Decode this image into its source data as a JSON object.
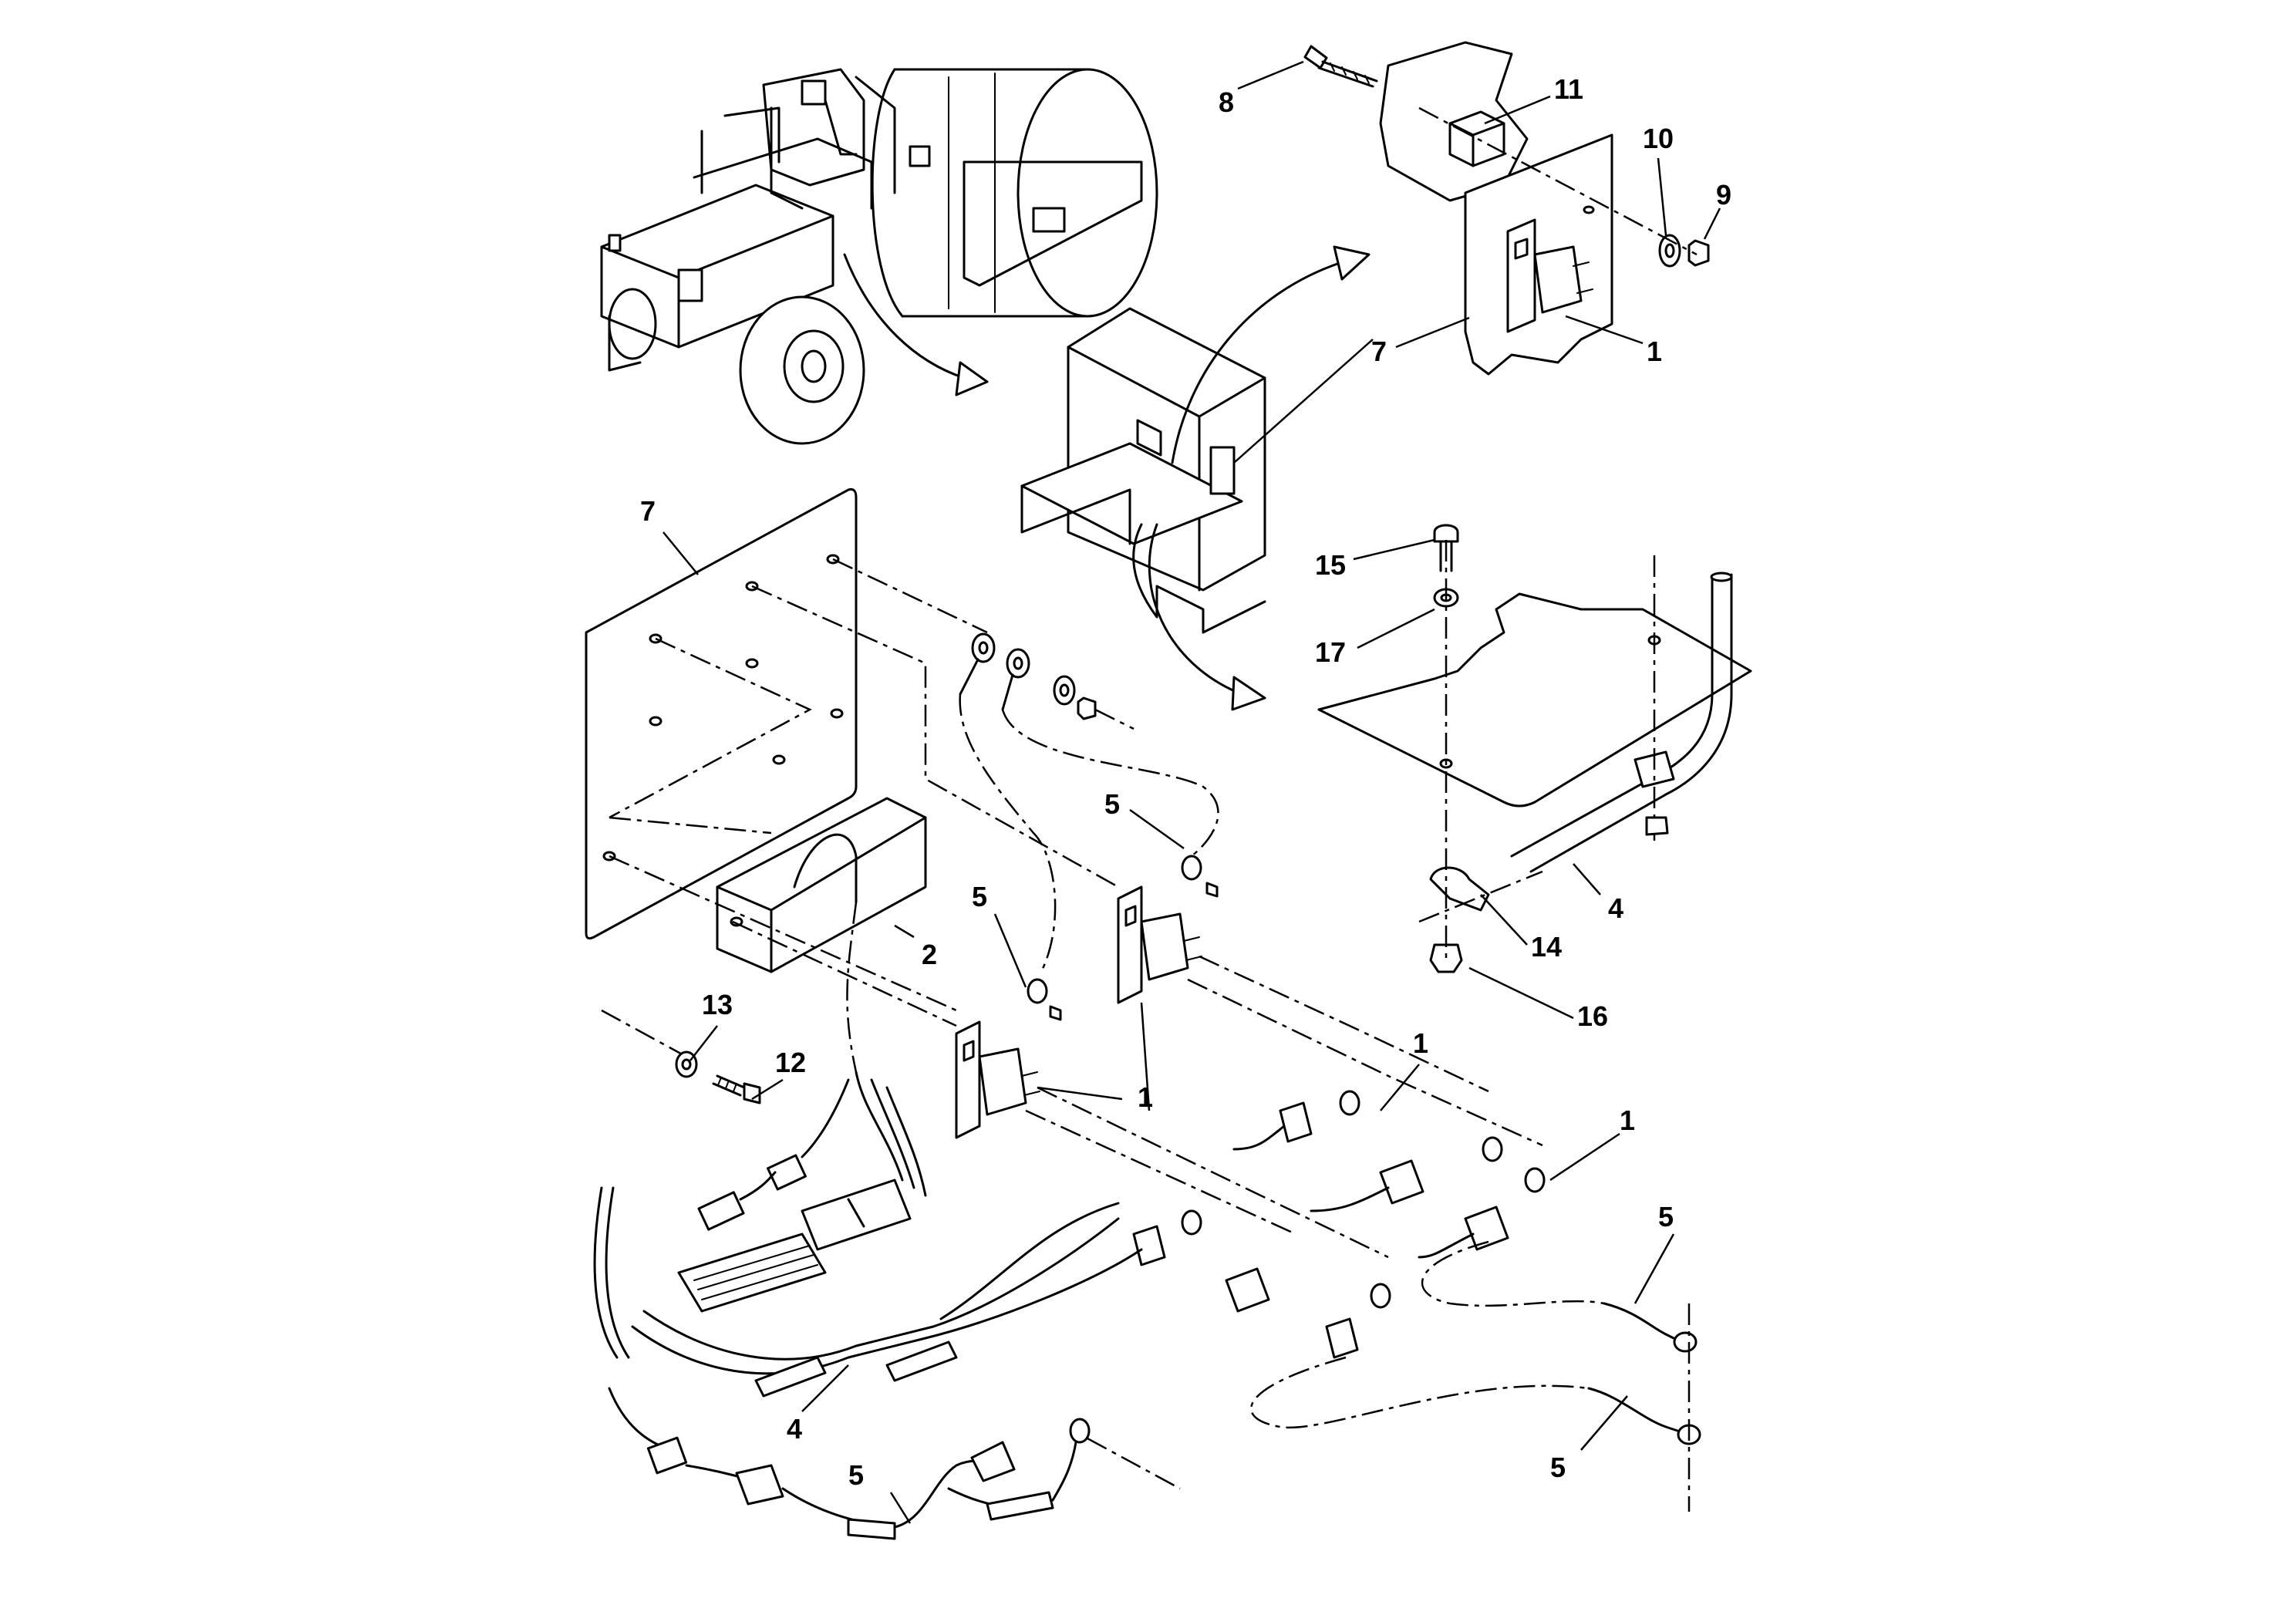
{
  "diagram": {
    "callouts": {
      "c8": "8",
      "c11": "11",
      "c10": "10",
      "c9": "9",
      "c7_top": "7",
      "c1_top": "1",
      "c7_left": "7",
      "c15": "15",
      "c17": "17",
      "c5_a": "5",
      "c5_b": "5",
      "c2": "2",
      "c4_right": "4",
      "c14": "14",
      "c16": "16",
      "c13": "13",
      "c12": "12",
      "c1_mid": "1",
      "c1_right_a": "1",
      "c1_right_b": "1",
      "c5_right_a": "5",
      "c4_bottom": "4",
      "c5_bottom": "5",
      "c5_right_b": "5"
    }
  }
}
